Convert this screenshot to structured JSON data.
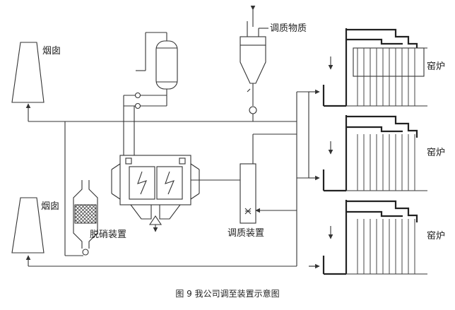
{
  "labels": {
    "chimney": "烟囱",
    "chimney_lower": "烟囱",
    "conditioning_material": "调质物质",
    "kiln_1": "窑炉",
    "kiln_2": "窑炉",
    "kiln_3": "窑炉",
    "denitration_device": "脱硝装置",
    "conditioning_device": "调质装置"
  },
  "caption": "图 9  我公司调至装置示意图",
  "colors": {
    "line": "#333333",
    "background": "#ffffff"
  }
}
